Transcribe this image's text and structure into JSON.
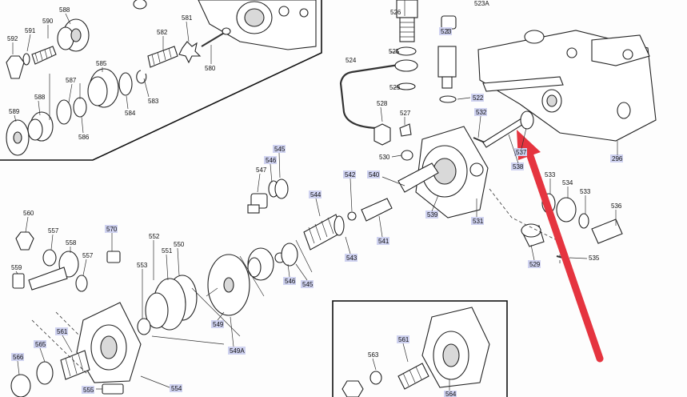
{
  "labels": {
    "l588a": "588",
    "l590": "590",
    "l591": "591",
    "l592": "592",
    "l581": "581",
    "l582": "582",
    "l580": "580",
    "l583": "583",
    "l584": "584",
    "l585": "585",
    "l587": "587",
    "l586": "586",
    "l588b": "588",
    "l589": "589",
    "l526": "526",
    "l523a": "523A",
    "l523": "523",
    "l524": "524",
    "l525a": "525",
    "l525b": "525",
    "l522": "522",
    "l528": "528",
    "l527": "527",
    "l532": "532",
    "l530": "530",
    "l537": "537",
    "l538": "538",
    "l296": "296",
    "l545a": "545",
    "l546a": "546",
    "l547": "547",
    "l542": "542",
    "l540": "540",
    "l544": "544",
    "l539": "539",
    "l531": "531",
    "l533a": "533",
    "l534": "534",
    "l533b": "533",
    "l536": "536",
    "l560": "560",
    "l557a": "557",
    "l558": "558",
    "l557b": "557",
    "l559": "559",
    "l570": "570",
    "l552": "552",
    "l551": "551",
    "l550": "550",
    "l553": "553",
    "l541": "541",
    "l543": "543",
    "l546b": "546",
    "l545b": "545",
    "l529": "529",
    "l535": "535",
    "l549": "549",
    "l549a": "549A",
    "l561a": "561",
    "l565": "565",
    "l566": "566",
    "l555": "555",
    "l554": "554",
    "l563": "563",
    "l561b": "561",
    "l564": "564"
  }
}
